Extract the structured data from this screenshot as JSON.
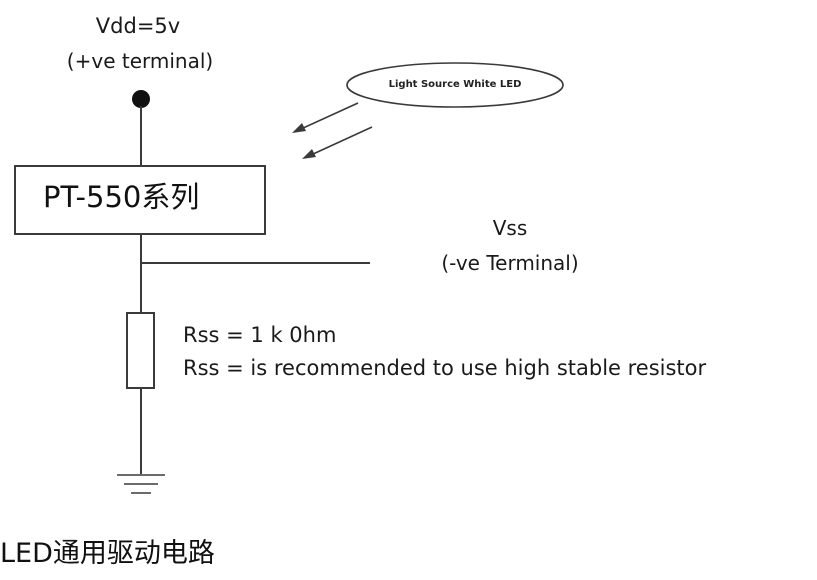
{
  "supply": {
    "vdd_label": "Vdd=5v",
    "vdd_terminal": "(+ve terminal)"
  },
  "ground_side": {
    "vss_label": "Vss",
    "vss_terminal": "(-ve Terminal)"
  },
  "sensor": {
    "part_label": "PT-550系列"
  },
  "light_source": {
    "label": "Light Source White LED"
  },
  "resistor": {
    "value_note": "Rss = 1 k 0hm",
    "recommendation_note": "Rss = is recommended to use high stable resistor"
  },
  "caption": "LED通用驱动电路"
}
